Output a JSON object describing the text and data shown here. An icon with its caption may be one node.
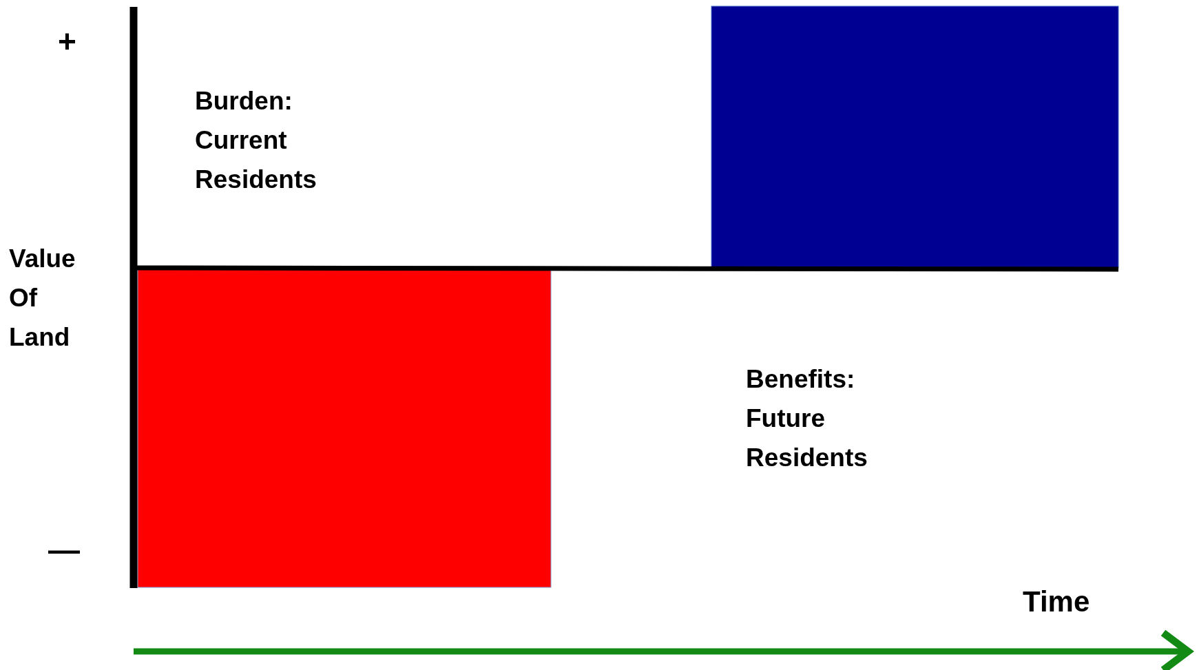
{
  "diagram": {
    "nodes": [
      {
        "text": [],
        "shape": "box"
      },
      {
        "text": [],
        "shape": "box"
      }
    ],
    "labels": [
      "+",
      "Value Of Land",
      "—",
      "Burden: Current Residents",
      "Benefits: Future Residents",
      "Time"
    ]
  }
}
